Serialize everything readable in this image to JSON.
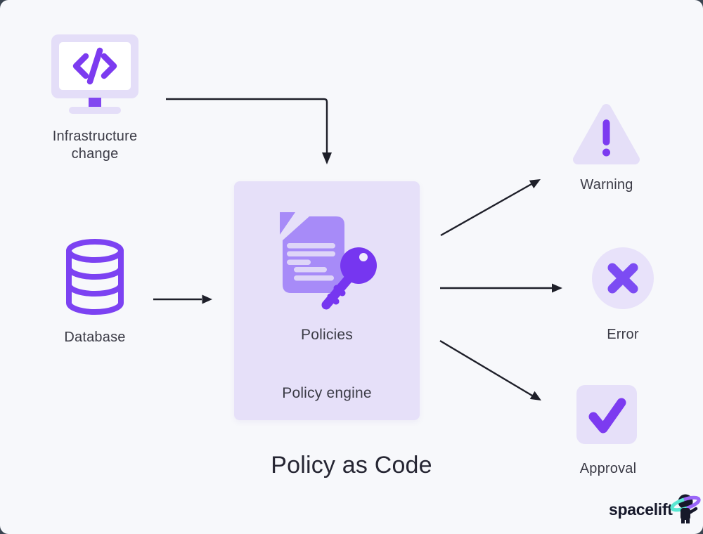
{
  "title": "Policy as Code",
  "brand": {
    "name": "spacelift"
  },
  "nodes": {
    "infrastructure_change": {
      "label": "Infrastructure change",
      "icon": "monitor-code-icon"
    },
    "database": {
      "label": "Database",
      "icon": "database-icon"
    },
    "policy_engine": {
      "label": "Policies",
      "caption": "Policy engine",
      "icon": "document-key-icon"
    },
    "warning": {
      "label": "Warning",
      "icon": "warning-triangle-icon"
    },
    "error": {
      "label": "Error",
      "icon": "error-cross-icon"
    },
    "approval": {
      "label": "Approval",
      "icon": "approval-check-icon"
    }
  },
  "edges": [
    {
      "from": "infrastructure_change",
      "to": "policy_engine",
      "style": "elbow-down"
    },
    {
      "from": "database",
      "to": "policy_engine",
      "style": "straight-right"
    },
    {
      "from": "policy_engine",
      "to": "warning",
      "style": "diagonal-up"
    },
    {
      "from": "policy_engine",
      "to": "error",
      "style": "straight-right"
    },
    {
      "from": "policy_engine",
      "to": "approval",
      "style": "diagonal-down"
    }
  ],
  "colors": {
    "background": "#F7F8FB",
    "lavender_light": "#E5DFF8",
    "purple_medium": "#A78BF8",
    "purple_vivid": "#7C3BF0",
    "key_purple": "#7636F0",
    "arrow": "#1E1F29",
    "label_text": "#3B3B46",
    "title_text": "#262633",
    "brand_navy": "#16182A",
    "ring_teal": "#59E7D2",
    "ring_purple": "#9A66F8"
  }
}
